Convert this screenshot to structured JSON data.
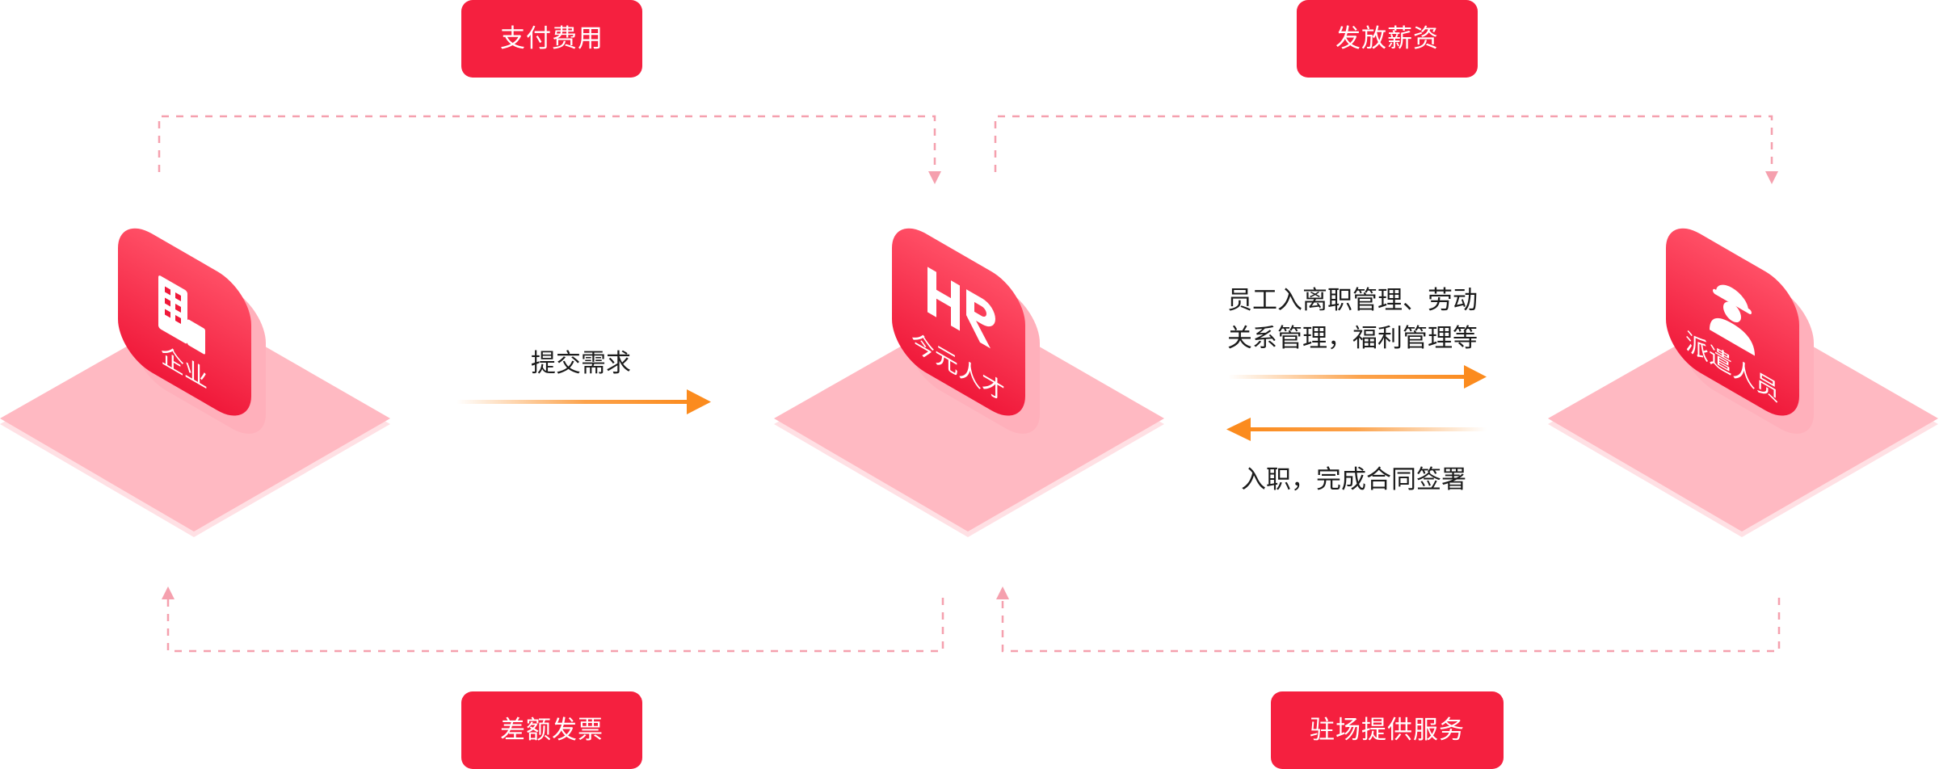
{
  "top_actions": {
    "pay_fee": "支付费用",
    "pay_salary": "发放薪资"
  },
  "bottom_actions": {
    "invoice": "差额发票",
    "onsite_service": "驻场提供服务"
  },
  "nodes": {
    "enterprise": {
      "label": "企业",
      "icon": "building-icon"
    },
    "agency": {
      "label": "今元人才",
      "icon": "hr-logo-icon"
    },
    "staff": {
      "label": "派遣人员",
      "icon": "worker-icon"
    }
  },
  "flows": {
    "submit_request": "提交需求",
    "management_line1": "员工入离职管理、劳动",
    "management_line2": "关系管理，福利管理等",
    "onboarding": "入职，完成合同签署"
  },
  "colors": {
    "accent": "#f5203f",
    "tile_top": "#ff4d63",
    "tile_bottom": "#f0193a",
    "platform": "#ffb9c2",
    "dashed": "#f5a0ae",
    "arrow": "#fb8b1e"
  }
}
